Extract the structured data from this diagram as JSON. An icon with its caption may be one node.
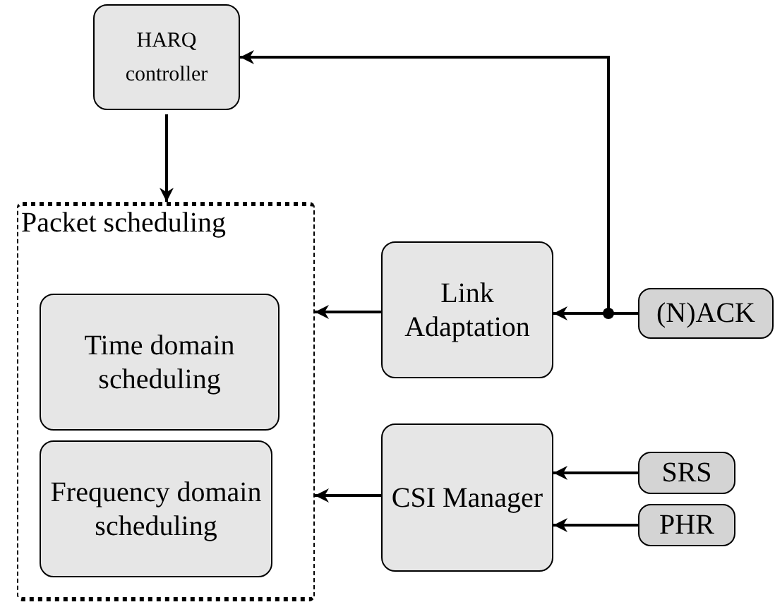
{
  "diagram": {
    "nodes": [
      {
        "text": [
          "HARQ controller"
        ]
      },
      {
        "text": [
          "Packet scheduling"
        ]
      },
      {
        "text": [
          "Time domain scheduling"
        ],
        "in": 1
      },
      {
        "text": [
          "Frequency domain scheduling"
        ],
        "in": 1
      },
      {
        "text": [
          "Link Adaptation"
        ]
      },
      {
        "text": [
          "(N)ACK"
        ]
      },
      {
        "text": [
          "CSI Manager"
        ]
      },
      {
        "text": [
          "SRS"
        ]
      },
      {
        "text": [
          "PHR"
        ]
      }
    ],
    "edges": [
      {
        "from": 0,
        "to": 1,
        "arrow": "to"
      },
      {
        "from": 5,
        "to": 0,
        "arrow": "to"
      },
      {
        "from": 5,
        "to": 4,
        "arrow": "to"
      },
      {
        "from": 4,
        "to": 1,
        "arrow": "to"
      },
      {
        "from": 6,
        "to": 1,
        "arrow": "to"
      },
      {
        "from": 7,
        "to": 6,
        "arrow": "to"
      },
      {
        "from": 8,
        "to": 6,
        "arrow": "to"
      }
    ]
  }
}
